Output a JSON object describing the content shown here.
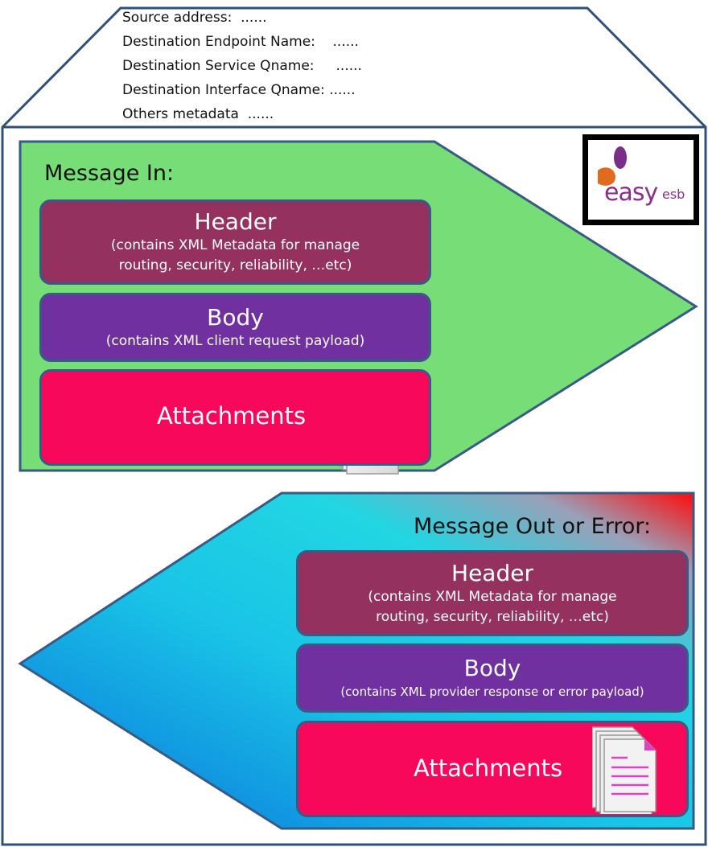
{
  "metadata": {
    "lines": [
      "Source address:  ......",
      "Destination Endpoint Name:    ......",
      "Destination Service Qname:     ......",
      "Destination Interface Qname: ......",
      "Others metadata  ......"
    ]
  },
  "message_in": {
    "title": "Message In:",
    "header": {
      "title": "Header",
      "desc_line1": "(contains XML Metadata for manage",
      "desc_line2": "routing, security, reliability, …etc)"
    },
    "body": {
      "title": "Body",
      "desc": "(contains XML client request payload)"
    },
    "attachments": {
      "title": "Attachments"
    }
  },
  "message_out": {
    "title": "Message Out or Error:",
    "header": {
      "title": "Header",
      "desc_line1": "(contains XML Metadata for manage",
      "desc_line2": "routing, security, reliability, …etc)"
    },
    "body": {
      "title": "Body",
      "desc": "(contains XML provider response or error payload)"
    },
    "attachments": {
      "title": "Attachments"
    }
  },
  "logo": {
    "text": "easy",
    "sub": "esb"
  },
  "colors": {
    "outline": "#3a5a86",
    "message_in_fill": "#77de77",
    "message_out_start": "#0a78e0",
    "message_out_mid": "#1ad4e4",
    "message_out_error": "#ff0000",
    "header": "#94315e",
    "body": "#7030a0",
    "attachments": "#f7085a"
  }
}
